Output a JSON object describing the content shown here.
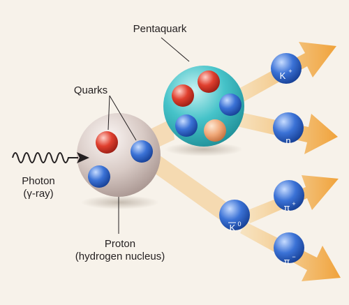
{
  "labels": {
    "pentaquark": "Pentaquark",
    "quarks": "Quarks",
    "photon": "Photon",
    "gamma_ray": "(γ-ray)",
    "proton": "Proton",
    "proton_sub": "(hydrogen nucleus)"
  },
  "particles": {
    "kaon_plus": "K",
    "kaon_plus_sup": "+",
    "neutron": "n",
    "kaon_zero": "K",
    "kaon_zero_sup": "0",
    "pion_plus": "π",
    "pion_plus_sup": "+",
    "pion_minus": "π",
    "pion_minus_sup": "−"
  },
  "colors": {
    "background": "#f7f2ea",
    "arrow": "#f2a83a",
    "red_quark": "#d8362f",
    "blue_quark": "#2f63c4",
    "proton": "#cdbdb7",
    "pentaquark": "#3fc0c8"
  }
}
